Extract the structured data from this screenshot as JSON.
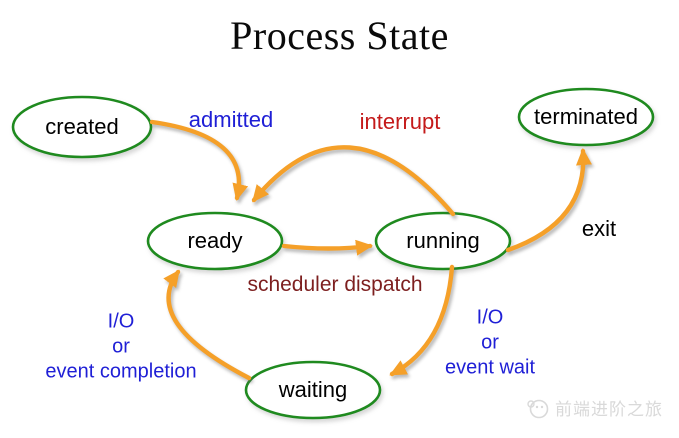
{
  "title": "Process State",
  "states": [
    {
      "id": "created",
      "label": "created"
    },
    {
      "id": "ready",
      "label": "ready"
    },
    {
      "id": "running",
      "label": "running"
    },
    {
      "id": "waiting",
      "label": "waiting"
    },
    {
      "id": "terminated",
      "label": "terminated"
    }
  ],
  "transitions": [
    {
      "from": "created",
      "to": "ready",
      "label": "admitted"
    },
    {
      "from": "running",
      "to": "ready",
      "label": "interrupt"
    },
    {
      "from": "ready",
      "to": "running",
      "label": "scheduler dispatch"
    },
    {
      "from": "running",
      "to": "terminated",
      "label": "exit"
    },
    {
      "from": "running",
      "to": "waiting",
      "label": "I/O or event wait"
    },
    {
      "from": "waiting",
      "to": "ready",
      "label": "I/O or event completion"
    }
  ],
  "labels": {
    "admitted": "admitted",
    "interrupt": "interrupt",
    "scheduler_dispatch": "scheduler dispatch",
    "exit": "exit",
    "io_completion_line1": "I/O",
    "io_completion_line2": "or",
    "io_completion_line3": "event completion",
    "io_wait_line1": "I/O",
    "io_wait_line2": "or",
    "io_wait_line3": "event wait"
  },
  "watermark": {
    "text": "前端进阶之旅"
  },
  "colors": {
    "ellipse_stroke": "#1f8a1f",
    "arrow": "#f5a029",
    "label_blue": "#1f1fd6",
    "label_red": "#c41a1a",
    "label_maroon": "#7d1f1f",
    "text_black": "#000000",
    "watermark_gray": "#d9d9d9"
  }
}
